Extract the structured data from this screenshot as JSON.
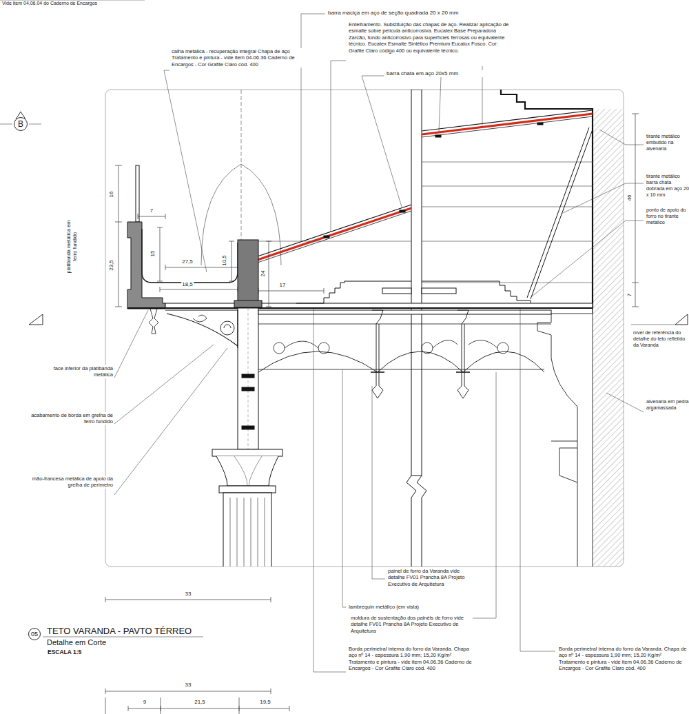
{
  "diagram": {
    "title": "TETO VARANDA - PAVTO TÉRREO",
    "caption": "Detalhe em Corte",
    "nodes": [
      {
        "text": [
          "B"
        ]
      },
      {
        "text": [
          "05"
        ]
      }
    ],
    "edges": [],
    "labels": [
      "Vide item 04.06.04 do Caderno de Encargos",
      "barra maciça em aço de seção quadrada 20 x 20 mm",
      "Entelhamento. Substituição das chapas de aço. Realizar aplicação de esmalte sobre película anticorrosiva. Eucatex Base Preparadora Zarcão, fundo anticorrosivo para superfícies ferrosas ou equivalente técnico. Eucatex Esmalte Sintético Premium Eucalux Fosco. Cor: Grafite Claro código 400 ou equivalente técnico.",
      "barra chata em aço 20x5 mm",
      "calha metálica - recuperação integral Chapa de aço Tratamento e pintura - vide item 04.06.36 Caderno de Encargos - Cor Grafite Claro cód. 400",
      "tirante metálico embutido na alvenaria",
      "tirante metálico barra chata dobrada em aço 20 x 10 mm",
      "ponto de apoio do forro no tirante metálico",
      "16",
      "7",
      "23,5",
      "15",
      "27,5",
      "10,5",
      "24",
      "18,5",
      "17",
      "46",
      "7",
      "platibanda metálica em ferro fundido",
      "face inferior da platibanda metálica",
      "acabamento de borda em grelha de ferro fundido",
      "mão-francesa metálica de apoio da grelha de perímetro",
      "nível de referência do detalhe do teto refletido da Varanda",
      "alvenaria em pedra argamassada",
      "33",
      "painel de forro da Varanda vide detalhe FV01 Prancha 8A Projeto Executivo de Arquitetura",
      "lambrequin metálico (em vista)",
      "moldura de sustentação dos painéis de forro vide detalhe FV01 Prancha 8A Projeto Executivo de Arquitetura",
      "ESCALA 1:5",
      "Borda perimetral interna do forro da Varanda. Chapa aço nº 14 - espessura 1,90 mm; 15,20 Kg/m² Tratamento e pintura - vide item 04.06.36 Caderno de Encargos - Cor Grafite Claro cód. 400",
      "Borda perimetral interna do forro da Varanda. Chapa de aço nº 14 - espessura 1,90 mm; 15,20 Kg/m² Tratamento e pintura - vide item 04.06.36 Caderno de Encargos - Cor Grafite Claro cód. 400",
      "33",
      "9",
      "21,5",
      "19,5"
    ]
  }
}
